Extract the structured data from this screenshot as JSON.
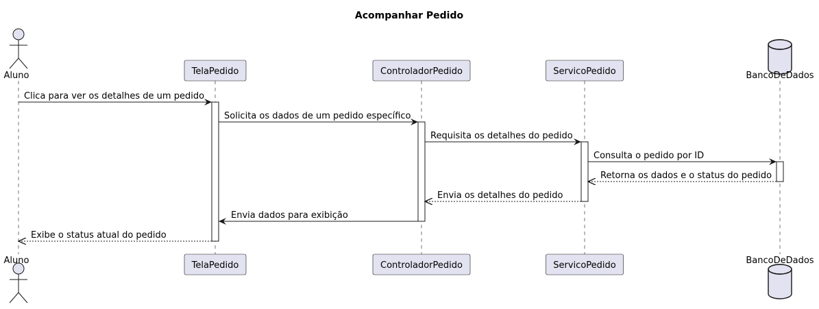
{
  "diagram": {
    "title": "Acompanhar Pedido",
    "participants": [
      {
        "id": "aluno",
        "label": "Aluno",
        "kind": "actor"
      },
      {
        "id": "tela",
        "label": "TelaPedido",
        "kind": "participant"
      },
      {
        "id": "controlador",
        "label": "ControladorPedido",
        "kind": "participant"
      },
      {
        "id": "servico",
        "label": "ServicoPedido",
        "kind": "participant"
      },
      {
        "id": "banco",
        "label": "BancoDeDados",
        "kind": "database"
      }
    ],
    "messages": [
      {
        "from": "aluno",
        "to": "tela",
        "label": "Clica para ver os detalhes de um pedido",
        "style": "sync"
      },
      {
        "from": "tela",
        "to": "controlador",
        "label": "Solicita os dados de um pedido específico",
        "style": "sync"
      },
      {
        "from": "controlador",
        "to": "servico",
        "label": "Requisita os detalhes do pedido",
        "style": "sync"
      },
      {
        "from": "servico",
        "to": "banco",
        "label": "Consulta o pedido por ID",
        "style": "sync"
      },
      {
        "from": "banco",
        "to": "servico",
        "label": "Retorna os dados e o status do pedido",
        "style": "return"
      },
      {
        "from": "servico",
        "to": "controlador",
        "label": "Envia os detalhes do pedido",
        "style": "return"
      },
      {
        "from": "controlador",
        "to": "tela",
        "label": "Envia dados para exibição",
        "style": "sync"
      },
      {
        "from": "tela",
        "to": "aluno",
        "label": "Exibe o status atual do pedido",
        "style": "return"
      }
    ],
    "colors": {
      "participant_fill": "#e2e2f0",
      "participant_stroke": "#181818",
      "lifeline": "#181818",
      "arrow": "#181818",
      "activation_fill": "#ffffff"
    }
  }
}
